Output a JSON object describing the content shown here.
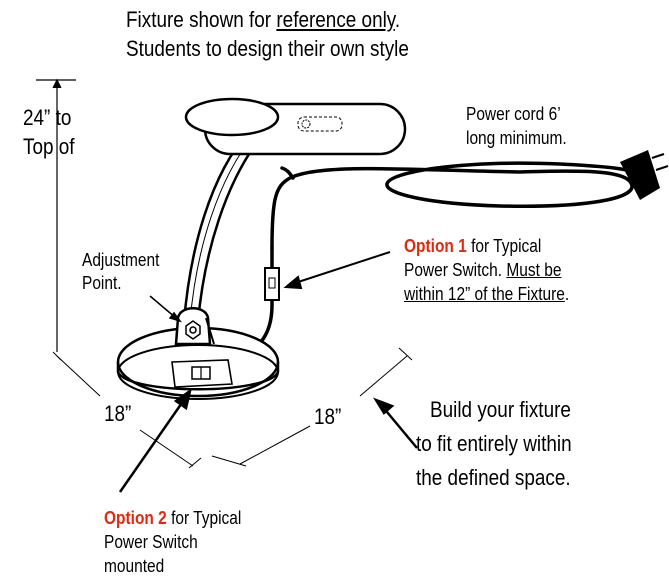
{
  "header": {
    "line1_pre": "Fixture shown for ",
    "line1_link": "reference only",
    "line1_post": ".",
    "line2": "Students to design their own style"
  },
  "height_label": {
    "line1": "24” to",
    "line2": "Top of"
  },
  "adjustment_label": {
    "line1": "Adjustment",
    "line2": "Point."
  },
  "power_cord_label": {
    "line1": "Power cord 6’",
    "line2": "long minimum."
  },
  "option1": {
    "title": "Option 1",
    "rest": " for Typical",
    "line2_pre": "Power Switch. ",
    "line2_underlined": "Must be",
    "line3_underlined": "within 12” of the Fixture",
    "line3_post": "."
  },
  "option2": {
    "title": "Option 2",
    "rest": " for Typical",
    "line2": "Power Switch",
    "line3": "mounted"
  },
  "dimensions": {
    "left": "18”",
    "right": "18”"
  },
  "build_note": {
    "line1": "Build your fixture",
    "line2": "to fit entirely within",
    "line3": "the defined space."
  },
  "colors": {
    "accent_red": "#e4280e",
    "ink": "#000000"
  }
}
